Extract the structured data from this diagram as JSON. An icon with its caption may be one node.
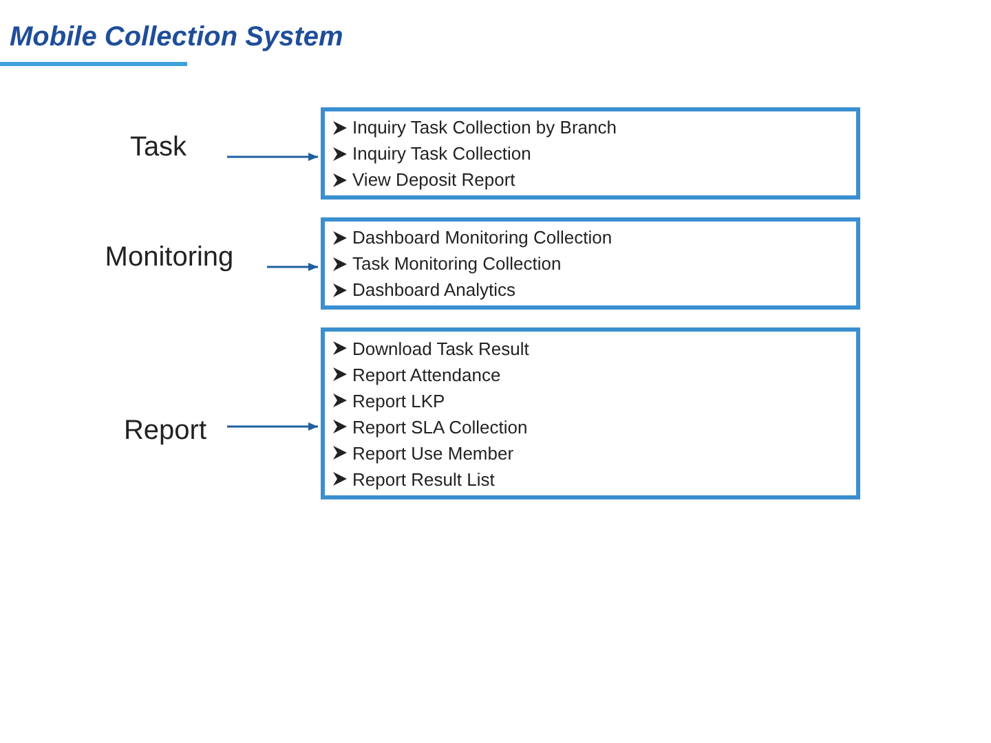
{
  "diagram": {
    "title": "Mobile Collection System",
    "nodes": [
      {
        "text": [
          "Task"
        ]
      },
      {
        "text": [
          "Monitoring"
        ]
      },
      {
        "text": [
          "Report"
        ]
      },
      {
        "text": [
          "Inquiry Task Collection by Branch",
          "Inquiry Task Collection",
          "View Deposit Report"
        ]
      },
      {
        "text": [
          "Dashboard Monitoring Collection",
          "Task Monitoring Collection",
          "Dashboard Analytics"
        ]
      },
      {
        "text": [
          "Download Task Result",
          "Report Attendance",
          "Report LKP",
          "Report SLA Collection",
          "Report Use Member",
          "Report Result List"
        ]
      }
    ],
    "edges": [
      {
        "from": 0,
        "to": 3,
        "arrow": "to",
        "color": "#1f5f9f"
      },
      {
        "from": 1,
        "to": 4,
        "arrow": "to",
        "color": "#1f5f9f"
      },
      {
        "from": 2,
        "to": 5,
        "arrow": "to",
        "color": "#1f5f9f"
      }
    ]
  }
}
